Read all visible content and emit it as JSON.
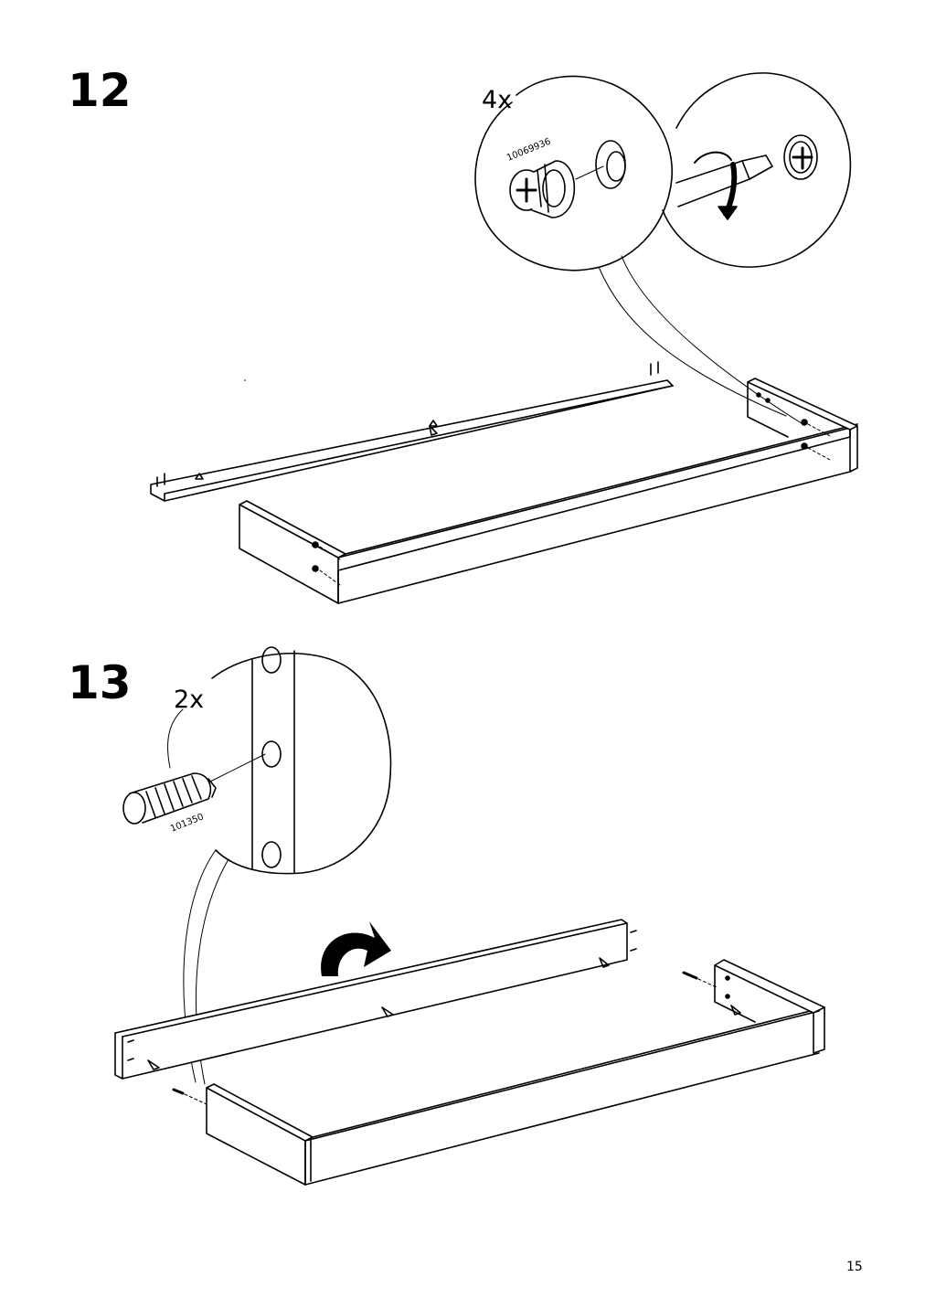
{
  "page_number": "15",
  "steps": [
    {
      "number": "12",
      "quantity": "4x",
      "part_number": "10069936"
    },
    {
      "number": "13",
      "quantity": "2x",
      "part_number": "101350"
    }
  ],
  "icons": [
    "cam-lock-icon",
    "screwdriver-rotate-icon",
    "wooden-dowel-icon",
    "flip-arrow-icon"
  ]
}
